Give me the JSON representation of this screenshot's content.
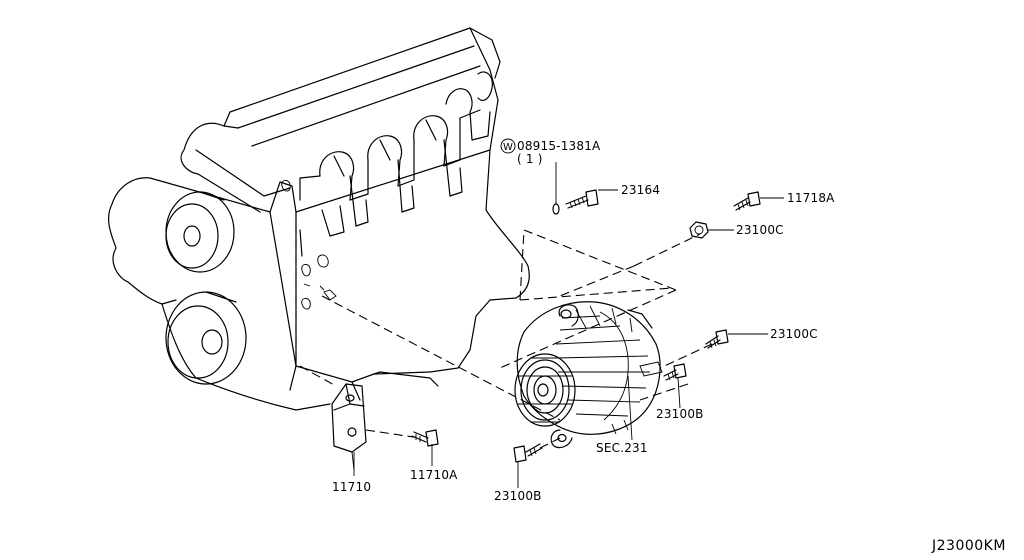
{
  "labels": {
    "washer_part": "08915-1381A",
    "washer_qty": "( 1 )",
    "washer_marker": "W",
    "bolt_upper_small": "23164",
    "bolt_upper_right": "11718A",
    "nut_upper": "23100C",
    "bolt_right": "23100C",
    "bolt_lower_right": "23100B",
    "alternator_section": "SEC.231",
    "bracket": "11710",
    "bracket_bolt": "11710A",
    "bolt_lower": "23100B"
  },
  "diagram_code": "J23000KM"
}
